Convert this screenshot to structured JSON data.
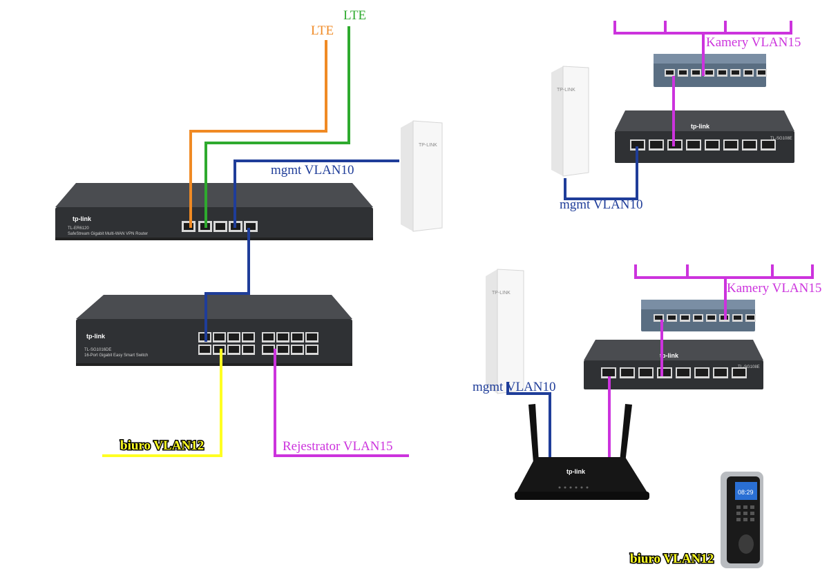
{
  "colors": {
    "lte_orange": "#f08a24",
    "lte_green": "#2eaa2e",
    "mgmt_blue": "#1f3d99",
    "biuro_yellow": "#ffff22",
    "cam_magenta": "#cc33dd",
    "device_dark": "#3b3d40",
    "port_bg": "#1c1c1c",
    "ap_white": "#f4f4f4"
  },
  "labels": {
    "lte_orange": "LTE",
    "lte_green": "LTE",
    "mgmt_main": "mgmt VLAN10",
    "mgmt_top_right": "mgmt VLAN10",
    "mgmt_bottom_right": "mgmt VLAN10",
    "biuro_left": "biuro VLAN12",
    "biuro_right": "biuro VLAN12",
    "rejestrator": "Rejestrator VLAN15",
    "kamery_top": "Kamery VLAN15",
    "kamery_bottom": "Kamery VLAN15"
  },
  "devices": {
    "router": {
      "brand": "tp-link",
      "model": "TL-ER6120",
      "desc": "SafeStream Gigabit Multi-WAN VPN Router"
    },
    "switch16": {
      "brand": "tp-link",
      "model": "TL-SG1016DE",
      "desc": "16-Port Gigabit Easy Smart Switch"
    },
    "switch8_top": {
      "brand": "tp-link",
      "model": "TL-SG108E"
    },
    "switch8_bottom": {
      "brand": "tp-link",
      "model": "TL-SG108E"
    },
    "ap_brand": "TP-LINK",
    "lte_router_brand": "tp-link",
    "time_display": "08:29"
  }
}
